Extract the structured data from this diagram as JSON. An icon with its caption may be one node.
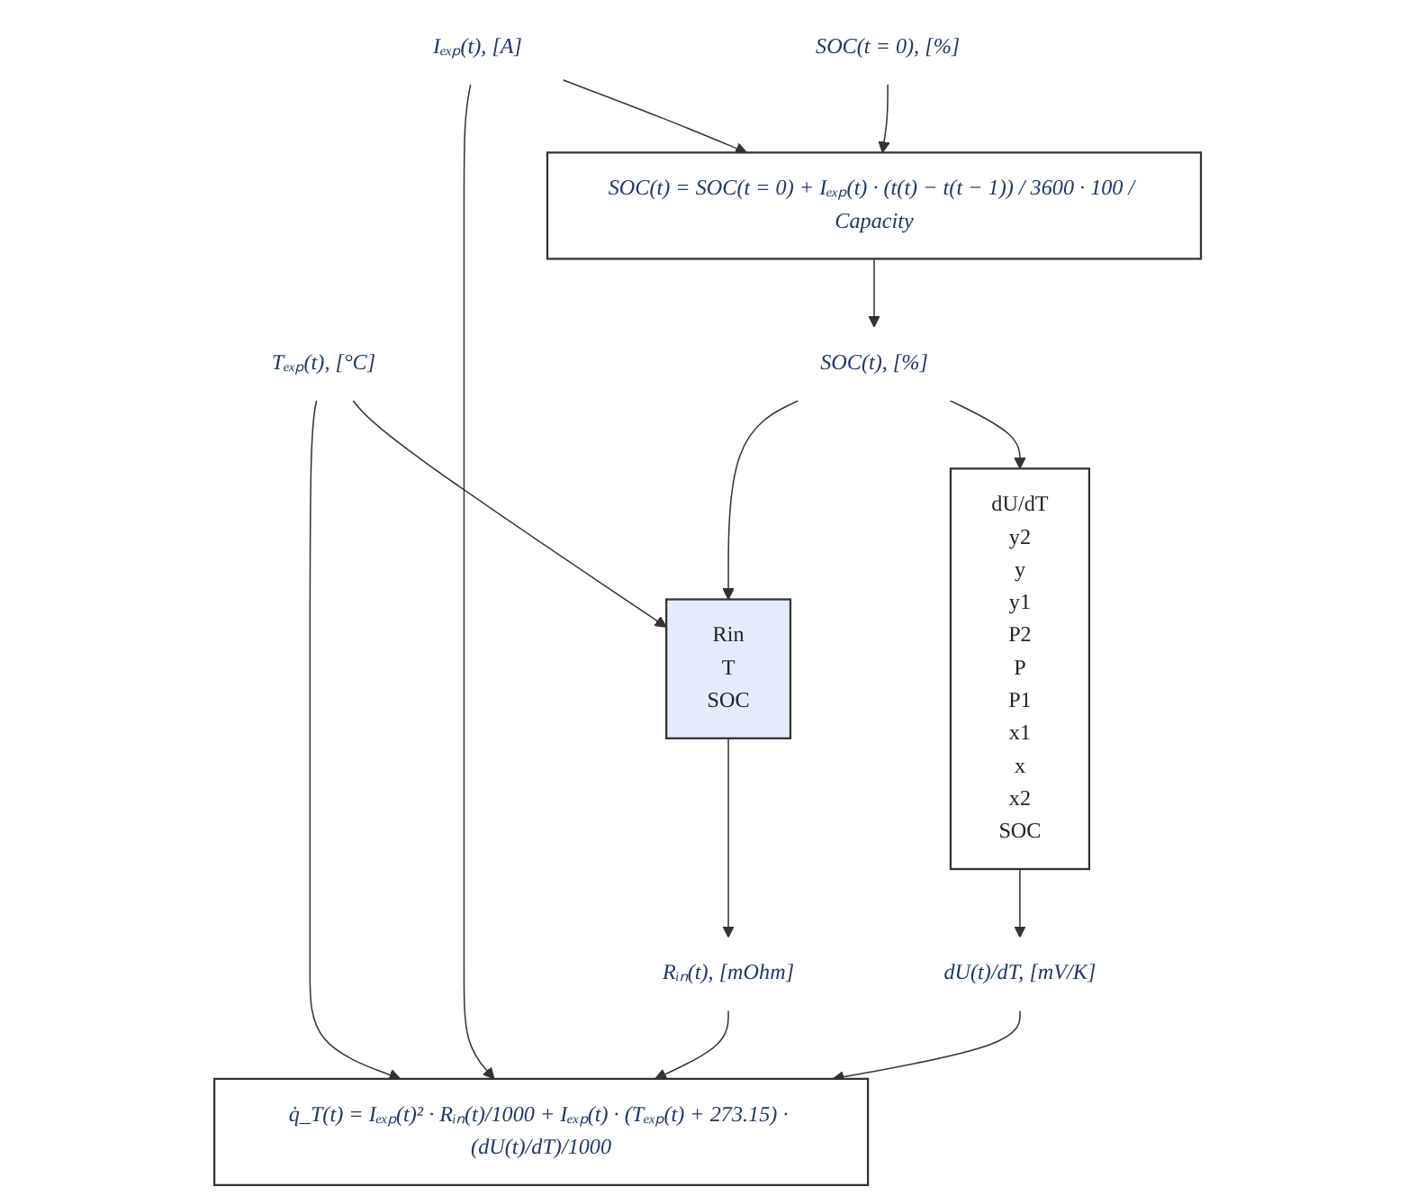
{
  "diagram": {
    "nodes": [
      {
        "text": [
          "SOC(t = 0), [%]"
        ]
      },
      {
        "text": [
          "Iₑₓₚ(t), [A]"
        ]
      },
      {
        "text": [
          "Tₑₓₚ(t), [°C]"
        ]
      },
      {
        "text": [
          "SOC(t) = SOC(t = 0) + Iₑₓₚ(t) · (t(t) − t(t − 1)) / 3600 · 100 / Capacity"
        ]
      },
      {
        "text": [
          "SOC(t), [%]"
        ]
      },
      {
        "text": [
          "dU/dT",
          "y2",
          "y",
          "y1",
          "P2",
          "P",
          "P1",
          "x1",
          "x",
          "x2",
          "SOC"
        ]
      },
      {
        "text": [
          "Rin",
          "T",
          "SOC"
        ]
      },
      {
        "text": [
          "dU(t)/dT, [mV/K]"
        ]
      },
      {
        "text": [
          "Rᵢₙ(t), [mOhm]"
        ]
      },
      {
        "text": [
          "q̇_T(t) = Iₑₓₚ(t)² · Rᵢₙ(t)/1000 + Iₑₓₚ(t) · (Tₑₓₚ(t) + 273.15) · (dU(t)/dT)/1000"
        ]
      }
    ],
    "edges": [
      {
        "from": 0,
        "to": 3,
        "arrow": "to"
      },
      {
        "from": 1,
        "to": 3,
        "arrow": "to"
      },
      {
        "from": 1,
        "to": 9,
        "arrow": "to"
      },
      {
        "from": 2,
        "to": 6,
        "arrow": "to"
      },
      {
        "from": 2,
        "to": 9,
        "arrow": "to"
      },
      {
        "from": 3,
        "to": 4,
        "arrow": "to"
      },
      {
        "from": 4,
        "to": 5,
        "arrow": "to"
      },
      {
        "from": 4,
        "to": 6,
        "arrow": "to"
      },
      {
        "from": 5,
        "to": 7,
        "arrow": "to"
      },
      {
        "from": 6,
        "to": 8,
        "arrow": "to"
      },
      {
        "from": 7,
        "to": 9,
        "arrow": "to"
      },
      {
        "from": 8,
        "to": 9,
        "arrow": "to"
      }
    ]
  }
}
